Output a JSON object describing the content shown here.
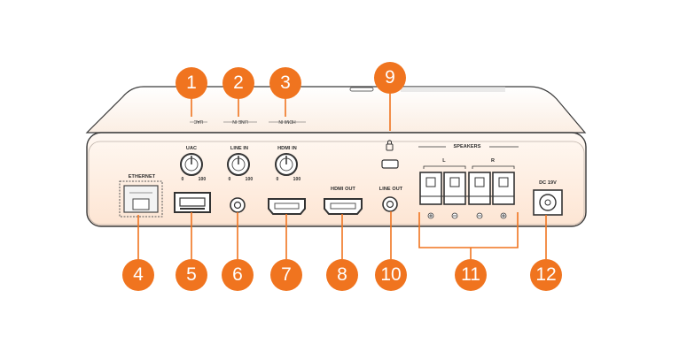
{
  "labels": {
    "ethernet": "ETHERNET",
    "uac": "UAC",
    "line_in": "LINE IN",
    "hdmi_in": "HDMI IN",
    "hdmi_out": "HDMI OUT",
    "line_out": "LINE OUT",
    "speakers": "SPEAKERS",
    "left": "L",
    "right": "R",
    "dc": "DC 19V",
    "knob_min": "0",
    "knob_max": "100"
  },
  "top_labels": {
    "uac": "UAC",
    "line_in": "LINE IN",
    "hdmi_in": "HDMI IN"
  },
  "callouts": [
    "1",
    "2",
    "3",
    "4",
    "5",
    "6",
    "7",
    "8",
    "9",
    "10",
    "11",
    "12"
  ],
  "colors": {
    "accent": "#f0741f",
    "device_fill": "#fef3ea",
    "device_stroke": "#3a3a3a"
  }
}
